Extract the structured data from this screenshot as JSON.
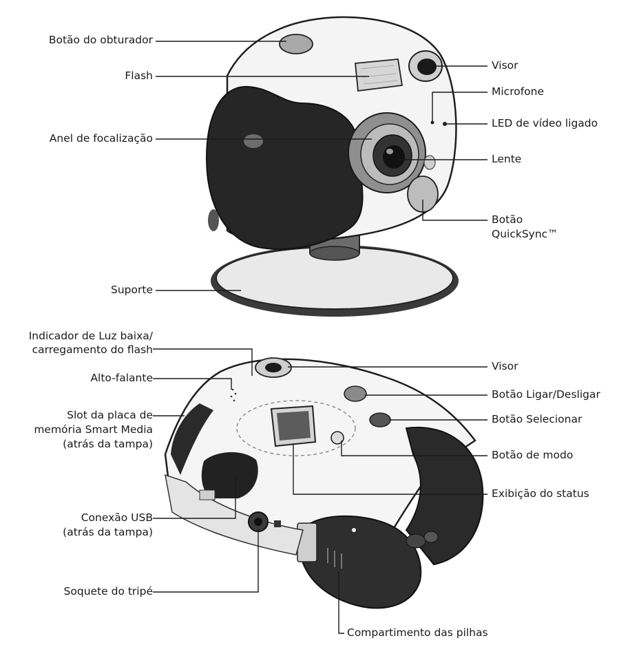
{
  "diagram": {
    "top_view_labels": {
      "shutter_button": "Botão do obturador",
      "flash": "Flash",
      "focus_ring": "Anel de focalização",
      "stand": "Suporte",
      "viewfinder": "Visor",
      "microphone": "Microfone",
      "video_led": "LED de vídeo ligado",
      "lens": "Lente",
      "quicksync_button_line1": "Botão",
      "quicksync_button_line2": "QuickSync™"
    },
    "bottom_view_labels": {
      "low_light_indicator_line1": "Indicador de Luz baixa/",
      "low_light_indicator_line2": "carregamento do flash",
      "speaker": "Alto-falante",
      "smartmedia_slot_line1": "Slot da placa de",
      "smartmedia_slot_line2": "memória Smart Media",
      "smartmedia_slot_line3": "(atrás da tampa)",
      "usb_connection_line1": "Conexão USB",
      "usb_connection_line2": "(atrás da tampa)",
      "tripod_socket": "Soquete do tripé",
      "viewfinder": "Visor",
      "power_button": "Botão Ligar/Desligar",
      "select_button": "Botão Selecionar",
      "mode_button": "Botão de modo",
      "status_display": "Exibição do status",
      "battery_compartment": "Compartimento das pilhas"
    }
  }
}
